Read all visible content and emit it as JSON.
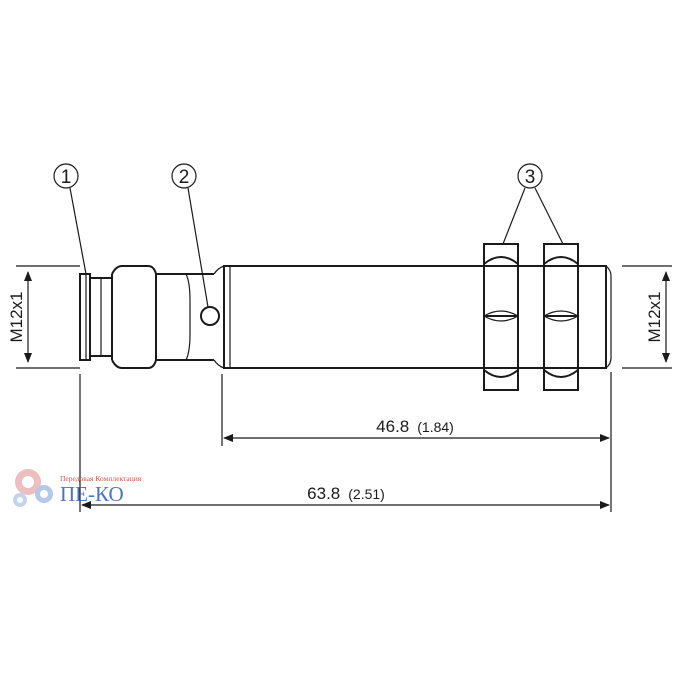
{
  "callouts": [
    "1",
    "2",
    "3"
  ],
  "thread_left": "M12x1",
  "thread_right": "M12x1",
  "dim_inner": {
    "value": "46.8",
    "alt": "(1.84)"
  },
  "dim_outer": {
    "value": "63.8",
    "alt": "(2.51)"
  },
  "watermark": {
    "small_text": "Передовая Комплектация",
    "big_text": "ПЕ-КО"
  },
  "colors": {
    "line": "#1a1a1a",
    "watermark_red": "#c0392b",
    "watermark_blue": "#2a5fb0"
  }
}
